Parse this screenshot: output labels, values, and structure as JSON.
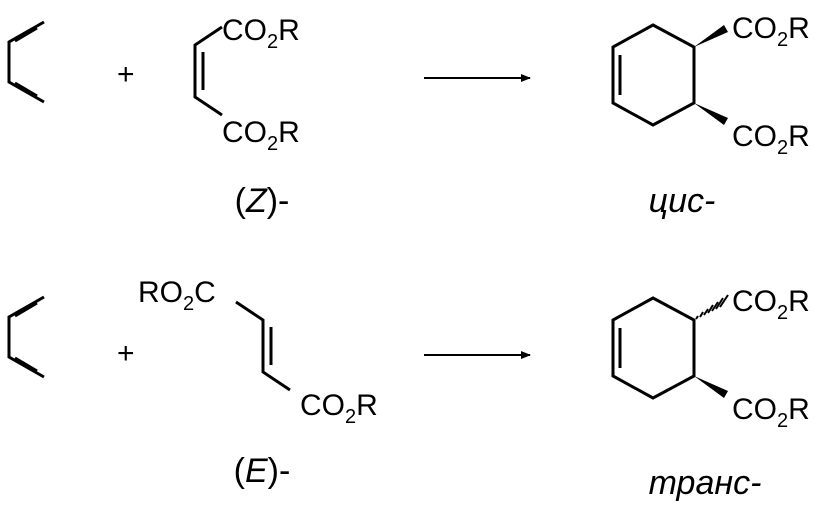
{
  "reactions": [
    {
      "plus": "+",
      "ester_top": {
        "main": "CO",
        "sub": "2",
        "tail": "R"
      },
      "ester_bottom": {
        "main": "CO",
        "sub": "2",
        "tail": "R"
      },
      "reactant_label": {
        "open": "(",
        "letter": "Z",
        "close": ")-"
      },
      "product_ester_top": {
        "main": "CO",
        "sub": "2",
        "tail": "R"
      },
      "product_ester_bottom": {
        "main": "CO",
        "sub": "2",
        "tail": "R"
      },
      "product_label": "цис-"
    },
    {
      "plus": "+",
      "ester_top": {
        "main": "RO",
        "sub": "2",
        "tail": "C"
      },
      "ester_bottom": {
        "main": "CO",
        "sub": "2",
        "tail": "R"
      },
      "reactant_label": {
        "open": "(",
        "letter": "E",
        "close": ")-"
      },
      "product_ester_top": {
        "main": "CO",
        "sub": "2",
        "tail": "R"
      },
      "product_ester_bottom": {
        "main": "CO",
        "sub": "2",
        "tail": "R"
      },
      "product_label": "транс-"
    }
  ]
}
